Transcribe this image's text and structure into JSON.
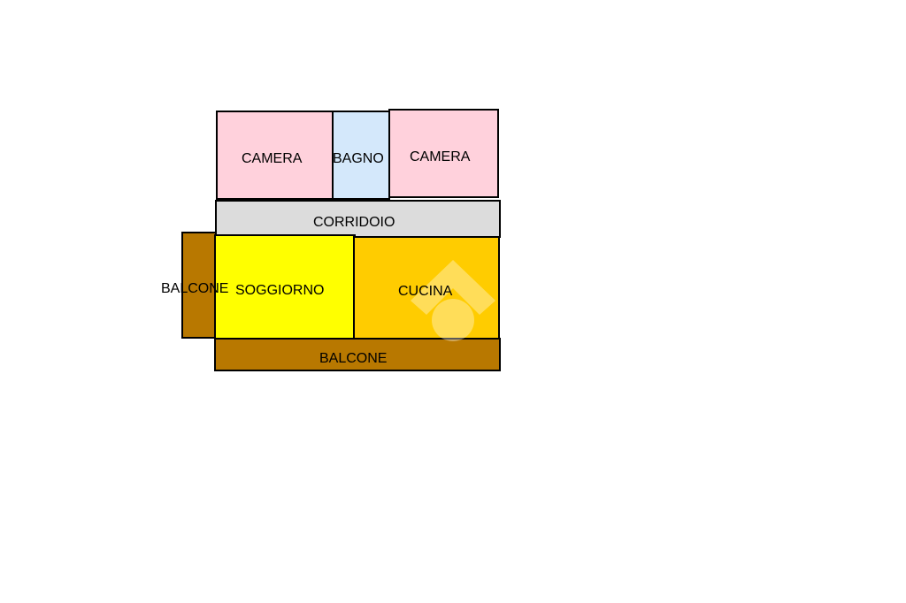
{
  "rooms": {
    "camera_left": {
      "label": "CAMERA",
      "color": "#ffd1dc"
    },
    "bagno": {
      "label": "BAGNO",
      "color": "#d4e8fb"
    },
    "camera_right": {
      "label": "CAMERA",
      "color": "#ffd1dc"
    },
    "corridoio": {
      "label": "CORRIDOIO",
      "color": "#dcdcdc"
    },
    "balcone_side": {
      "label": "BALCONE",
      "color": "#b87800"
    },
    "soggiorno": {
      "label": "SOGGIORNO",
      "color": "#ffff00"
    },
    "cucina": {
      "label": "CUCINA",
      "color": "#ffcc00"
    },
    "balcone_bottom": {
      "label": "BALCONE",
      "color": "#b87800"
    }
  },
  "watermark": {
    "icon": "logo-watermark-icon"
  }
}
